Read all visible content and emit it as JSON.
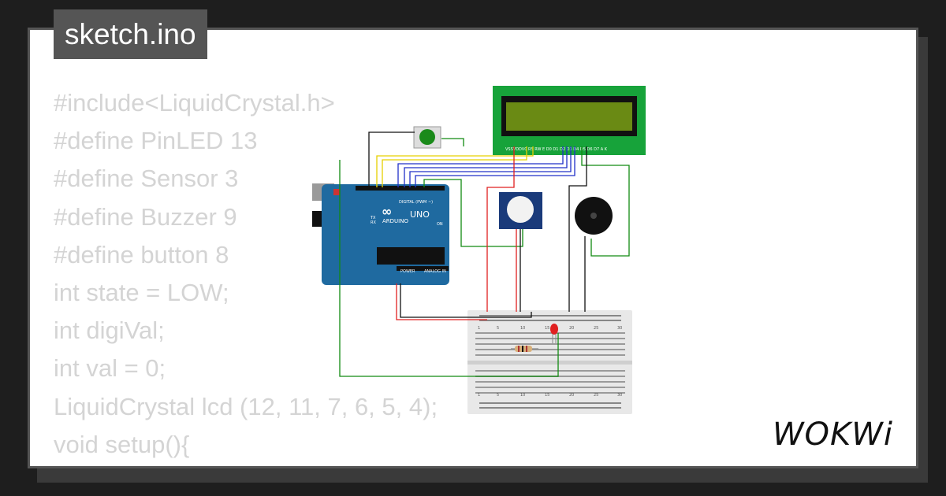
{
  "file_tab": {
    "label": "sketch.ino"
  },
  "code_lines": [
    "#include<LiquidCrystal.h>",
    "#define PinLED 13",
    "#define Sensor 3",
    "#define Buzzer 9",
    "#define button 8",
    "int state = LOW;",
    "int digiVal;",
    "int val = 0;",
    "LiquidCrystal lcd (12, 11, 7, 6, 5, 4);",
    "",
    "void setup(){"
  ],
  "circuit": {
    "arduino": {
      "brand": "ARDUINO",
      "model": "UNO",
      "digital_label": "DIGITAL (PWM ~)",
      "power_label": "POWER",
      "analog_label": "ANALOG IN",
      "on_label": "ON",
      "tx_label": "TX",
      "rx_label": "RX"
    },
    "lcd": {
      "pin_labels": "VSSVDDV0 RS RW E D0 D1 D2 D3 D4 D5 D6 D7 A K"
    },
    "breadboard": {
      "top_numbers": [
        "1",
        "5",
        "10",
        "15",
        "20",
        "25",
        "30"
      ]
    }
  },
  "logo": {
    "text": "WOKWi"
  },
  "colors": {
    "background": "#1e1e1e",
    "card": "#ffffff",
    "tab": "#555555",
    "code_text": "#d4d4d4",
    "wire_red": "#e02020",
    "wire_black": "#111111",
    "wire_yellow": "#e6d000",
    "wire_blue": "#2030c8",
    "wire_green": "#118a11",
    "arduino": "#1f6aa0",
    "lcd_pcb": "#17a33a",
    "lcd_screen": "#6a8a14"
  }
}
